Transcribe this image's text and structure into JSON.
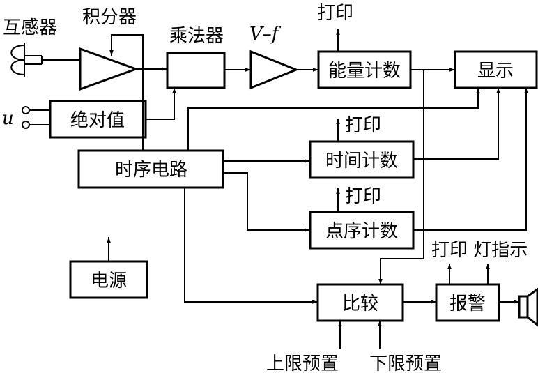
{
  "labels": {
    "transformer": "互感器",
    "integrator": "积分器",
    "multiplier": "乘法器",
    "vf": "V–f",
    "print_top": "打印",
    "energy_count": "能量计数",
    "display": "显示",
    "u": "u",
    "abs_value": "绝对值",
    "timing_circuit": "时序电路",
    "print_time": "打印",
    "time_count": "时间计数",
    "print_point": "打印",
    "point_count": "点序计数",
    "power": "电源",
    "print_lamp_indicator": "打印 灯指示",
    "compare": "比较",
    "alarm": "报警",
    "upper_preset": "上限预置",
    "lower_preset": "下限预置"
  },
  "colors": {
    "ink": "#000000",
    "paper": "#ffffff"
  },
  "icons": {
    "transformer": "transformer-coil-icon",
    "speaker": "speaker-icon"
  }
}
